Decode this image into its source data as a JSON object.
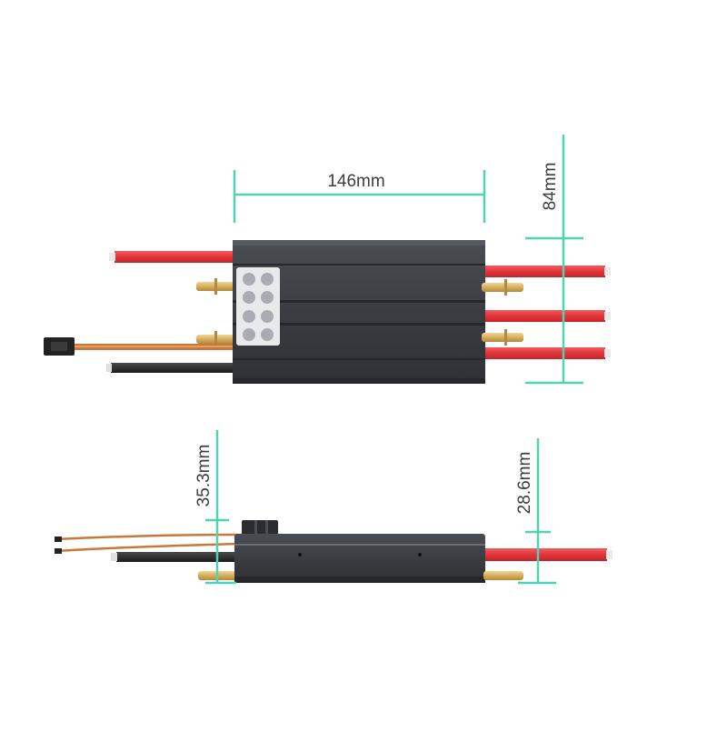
{
  "dimensions": {
    "length": "146mm",
    "width": "84mm",
    "total_height": "35.3mm",
    "case_height": "28.6mm"
  },
  "colors": {
    "dimension_line": "#4fd3b0",
    "case": "#3a3d42",
    "case_dark": "#2b2e33",
    "red_wire": "#e8373b",
    "black_wire": "#2a2a2a",
    "signal_wire": "#c8783a",
    "bullet_connector": "#d9b56a",
    "capacitor": "#a9acb2",
    "label": "#3c3c3c"
  },
  "icons": [
    "esc-top-view",
    "esc-side-view",
    "servo-connector",
    "bullet-connector",
    "capacitor-bank"
  ]
}
